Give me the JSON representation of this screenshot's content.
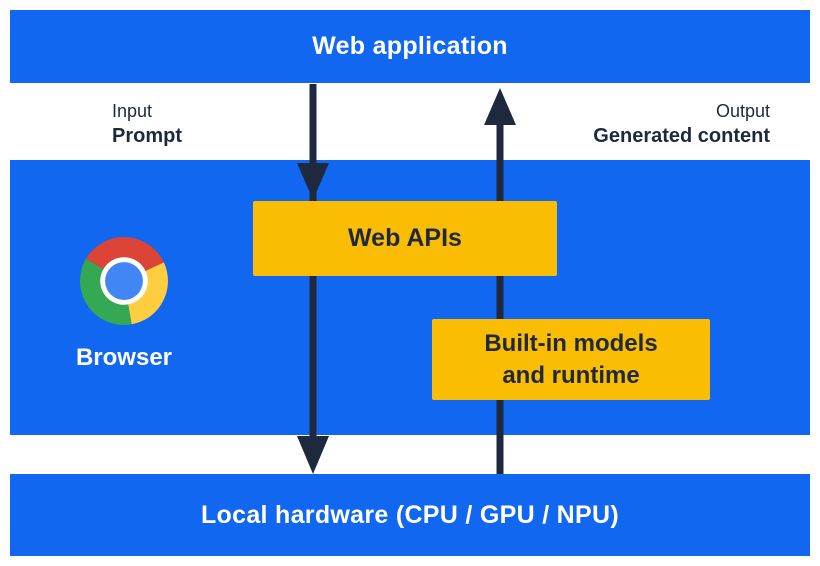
{
  "diagram": {
    "top_bar": {
      "label": "Web application"
    },
    "io_labels": {
      "input_title": "Input",
      "input_value": "Prompt",
      "output_title": "Output",
      "output_value": "Generated content"
    },
    "browser_section": {
      "icon": "chrome-browser-icon",
      "label": "Browser"
    },
    "web_apis_box": {
      "label": "Web APIs"
    },
    "builtin_box": {
      "label_line1": "Built-in models",
      "label_line2": "and runtime"
    },
    "bottom_bar": {
      "label": "Local hardware (CPU / GPU / NPU)"
    },
    "arrows": {
      "down_flow": "web application to web apis to local hardware",
      "up_flow": "local hardware through built-in models to web application"
    },
    "colors": {
      "band_blue": "#1267F1",
      "box_yellow": "#FBBC04",
      "arrow_navy": "#1F293D",
      "text_white": "#FFFFFF",
      "logo_red": "#DB4437",
      "logo_yellow": "#FFCD40",
      "logo_green": "#34A853",
      "logo_blue": "#4285F4"
    }
  }
}
